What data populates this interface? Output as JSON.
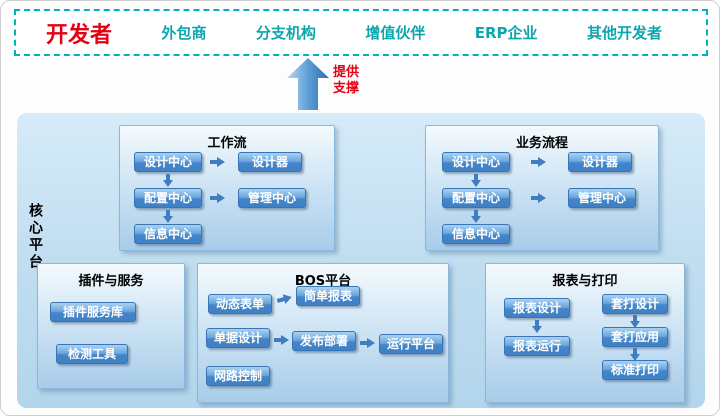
{
  "top_bar": {
    "items": [
      {
        "label": "开发者"
      },
      {
        "label": "外包商"
      },
      {
        "label": "分支机构"
      },
      {
        "label": "增值伙伴"
      },
      {
        "label": "ERP企业"
      },
      {
        "label": "其他开发者"
      }
    ]
  },
  "support_arrow": {
    "line1": "提供",
    "line2": "支撑"
  },
  "platform_label": "核心平台",
  "sections": {
    "workflow": {
      "title": "工作流",
      "design_center": "设计中心",
      "designer": "设计器",
      "config_center": "配置中心",
      "management_center": "管理中心",
      "info_center": "信息中心"
    },
    "business_process": {
      "title": "业务流程",
      "design_center": "设计中心",
      "designer": "设计器",
      "config_center": "配置中心",
      "management_center": "管理中心",
      "info_center": "信息中心"
    },
    "plugins": {
      "title": "插件与服务",
      "plugin_library": "插件服务库",
      "test_tool": "检测工具"
    },
    "bos": {
      "title": "BOS平台",
      "dynamic_form": "动态表单",
      "simple_report": "简单报表",
      "bill_design": "单据设计",
      "deploy": "发布部署",
      "runtime": "运行平台",
      "network_control": "网路控制"
    },
    "report_print": {
      "title": "报表与打印",
      "report_design": "报表设计",
      "report_run": "报表运行",
      "overprint_design": "套打设计",
      "overprint_app": "套打应用",
      "standard_print": "标准打印"
    }
  },
  "colors": {
    "accent_teal": "#00b3ba",
    "highlight_red": "#e50012",
    "button_blue": "#4080c4",
    "platform_blue": "#c2dff1"
  }
}
